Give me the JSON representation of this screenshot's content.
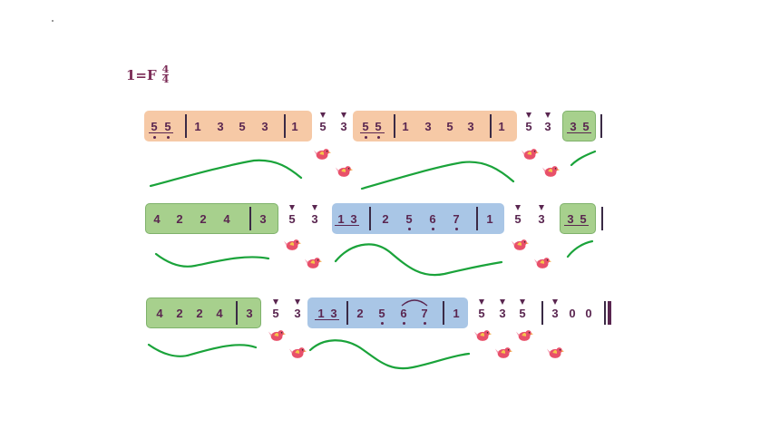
{
  "score": {
    "key_label": "1=F",
    "time_sig_top": "4",
    "time_sig_bottom": "4",
    "row1": {
      "box1": [
        "5",
        "5",
        "1",
        "3",
        "5",
        "3",
        "1"
      ],
      "mid": [
        "5",
        "3"
      ],
      "box2": [
        "5",
        "5",
        "1",
        "3",
        "5",
        "3",
        "1"
      ],
      "tail": [
        "5",
        "3"
      ],
      "box3": [
        "3",
        "5"
      ]
    },
    "row2": {
      "box1": [
        "4",
        "2",
        "2",
        "4",
        "3"
      ],
      "mid": [
        "5",
        "3"
      ],
      "box2": [
        "1",
        "3",
        "2",
        "5",
        "6",
        "7",
        "1"
      ],
      "tail": [
        "5",
        "3"
      ],
      "box3": [
        "3",
        "5"
      ]
    },
    "row3": {
      "box1": [
        "4",
        "2",
        "2",
        "4",
        "3"
      ],
      "mid": [
        "5",
        "3"
      ],
      "box2": [
        "1",
        "3",
        "2",
        "5",
        "6",
        "7",
        "1"
      ],
      "tail": [
        "5",
        "3",
        "5",
        "3",
        "0",
        "0"
      ]
    }
  },
  "colors": {
    "orange": "#f6c9a6",
    "green": "#a7d08d",
    "blue": "#a9c6e6",
    "note": "#5a2650",
    "curve": "#1aa33a"
  }
}
